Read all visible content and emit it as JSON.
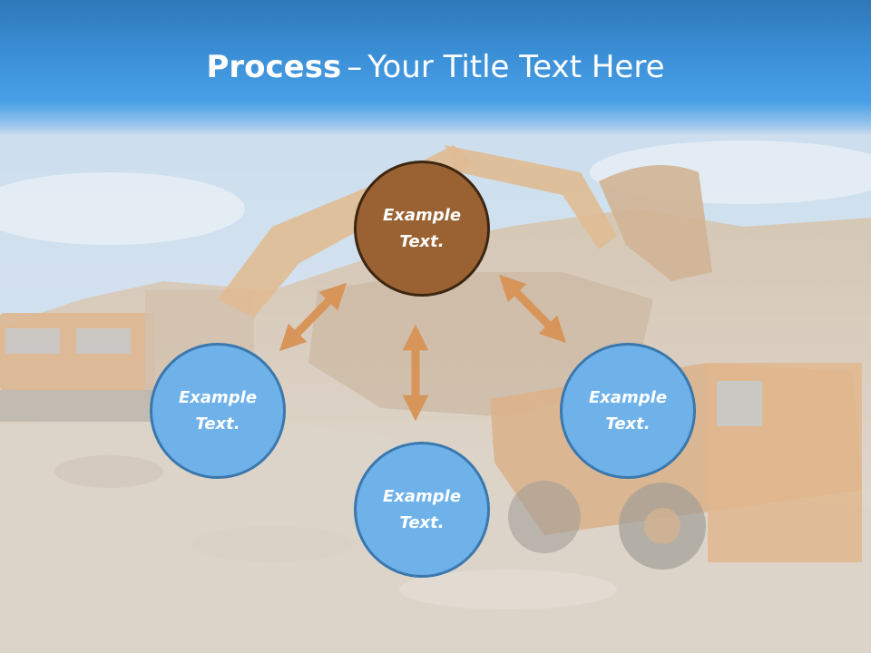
{
  "slide": {
    "title_bold": "Process",
    "title_dash": "–",
    "title_rest": "Your Title Text Here"
  },
  "nodes": {
    "top": {
      "line1": "Example",
      "line2": "Text."
    },
    "left": {
      "line1": "Example",
      "line2": "Text."
    },
    "bottom": {
      "line1": "Example",
      "line2": "Text."
    },
    "right": {
      "line1": "Example",
      "line2": "Text."
    }
  },
  "colors": {
    "header_blue": "#3a8fd6",
    "brown_node": "#9a6232",
    "blue_node": "#6fb2ea",
    "arrow": "#d7955a"
  },
  "icons": {
    "background": "mining-excavator-photo"
  }
}
